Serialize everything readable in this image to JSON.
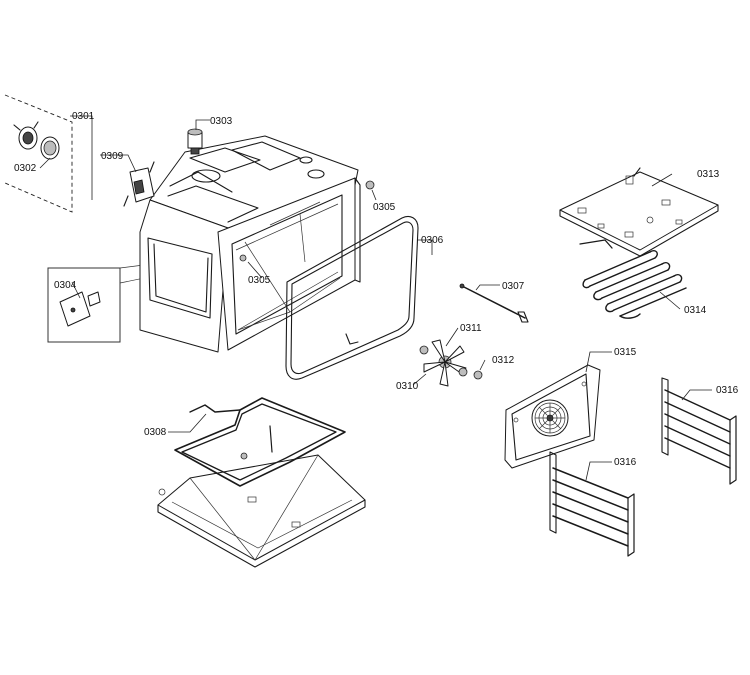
{
  "parts": [
    {
      "id": "p0301",
      "label": "0301"
    },
    {
      "id": "p0302",
      "label": "0302"
    },
    {
      "id": "p0303",
      "label": "0303"
    },
    {
      "id": "p0304",
      "label": "0304"
    },
    {
      "id": "p0305a",
      "label": "0305"
    },
    {
      "id": "p0305b",
      "label": "0305"
    },
    {
      "id": "p0306",
      "label": "0306"
    },
    {
      "id": "p0307",
      "label": "0307"
    },
    {
      "id": "p0308",
      "label": "0308"
    },
    {
      "id": "p0309",
      "label": "0309"
    },
    {
      "id": "p0310",
      "label": "0310"
    },
    {
      "id": "p0311",
      "label": "0311"
    },
    {
      "id": "p0312",
      "label": "0312"
    },
    {
      "id": "p0313",
      "label": "0313"
    },
    {
      "id": "p0314",
      "label": "0314"
    },
    {
      "id": "p0315",
      "label": "0315"
    },
    {
      "id": "p0316a",
      "label": "0316"
    },
    {
      "id": "p0316b",
      "label": "0316"
    }
  ],
  "colors": {
    "line": "#1a1a1a",
    "background": "#ffffff"
  }
}
